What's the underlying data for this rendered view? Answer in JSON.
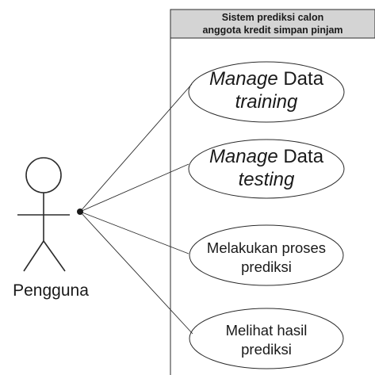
{
  "system_boundary": {
    "title_lines": [
      "Sistem prediksi calon",
      "anggota kredit simpan pinjam"
    ]
  },
  "actor": {
    "name": "Pengguna"
  },
  "use_cases": [
    {
      "id": "manage-data-training",
      "lines": [
        [
          {
            "text": "Manage",
            "italic": true
          },
          {
            "text": " Data",
            "italic": false
          }
        ],
        [
          {
            "text": "training",
            "italic": true
          }
        ]
      ]
    },
    {
      "id": "manage-data-testing",
      "lines": [
        [
          {
            "text": "Manage",
            "italic": true
          },
          {
            "text": " Data",
            "italic": false
          }
        ],
        [
          {
            "text": "testing",
            "italic": true
          }
        ]
      ]
    },
    {
      "id": "melakukan-proses-prediksi",
      "lines": [
        [
          {
            "text": "Melakukan proses",
            "italic": false
          }
        ],
        [
          {
            "text": "prediksi",
            "italic": false
          }
        ]
      ]
    },
    {
      "id": "melihat-hasil-prediksi",
      "lines": [
        [
          {
            "text": "Melihat hasil",
            "italic": false
          }
        ],
        [
          {
            "text": "prediksi",
            "italic": false
          }
        ]
      ]
    }
  ]
}
